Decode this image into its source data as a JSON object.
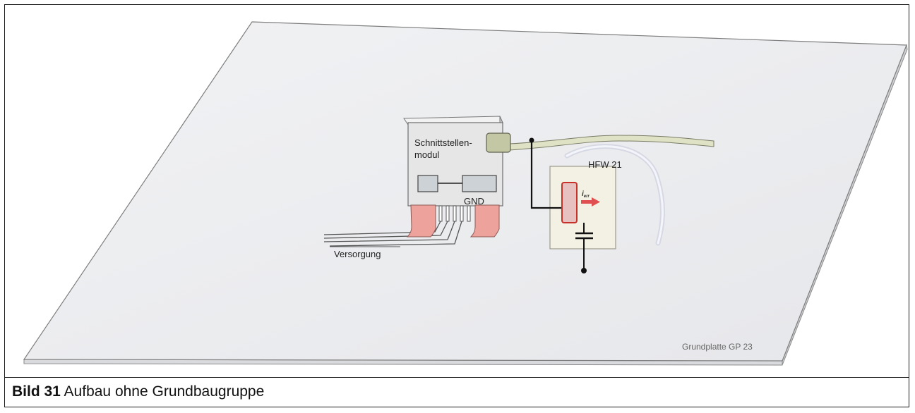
{
  "diagram": {
    "module_label_line1": "Schnittstellen-",
    "module_label_line2": "modul",
    "gnd_label": "GND",
    "supply_label": "Versorgung",
    "hfw_label": "HFW 21",
    "current_label_main": "i",
    "current_label_sub": "err",
    "plate_label": "Grundplatte GP 23"
  },
  "caption": {
    "figure_number": "Bild 31",
    "title": "Aufbau ohne Grundbaugruppe"
  },
  "colors": {
    "plate_fill": "#ebecef",
    "plate_edge": "#d9dadd",
    "module_fill": "#e6e6e6",
    "connector_fill": "#c3c7a4",
    "cable_fill": "#dfe2c5",
    "hfw_fill": "#f3f1e4",
    "resistor_fill": "#e7c1c0",
    "resistor_stroke": "#c8302a",
    "arrow_red": "#e05050",
    "gnd_pad_fill": "#eda39c"
  }
}
